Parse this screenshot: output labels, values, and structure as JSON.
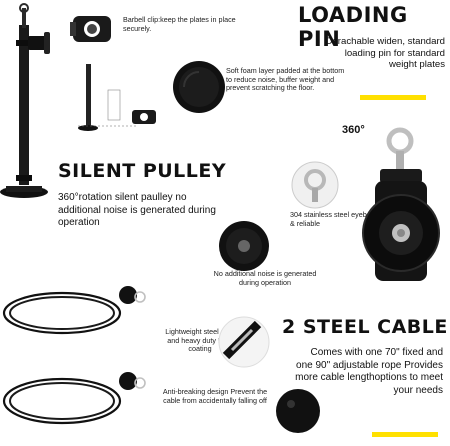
{
  "loading_pin": {
    "heading": "LOADING PIN",
    "description": "Derachable widen, standard loading pin for standard weight plates",
    "barbell_clip_note": "Barbell clip:keep the plates in place securely.",
    "foam_note": "Soft foam layer padded at the bottom to reduce noise, buffer weight and prevent scratching the floor."
  },
  "silent_pulley": {
    "rotation_badge": "360°",
    "heading": "SILENT PULLEY",
    "description": "360°rotation silent paulley no additional noise is generated during operation",
    "eyebolt_note": "304 stainless steel eyebolt,Sturdy & reliable",
    "noise_note": "No additional noise is generated during operation"
  },
  "steel_cable": {
    "heading": "2 STEEL CABLE",
    "description": "Comes with one 70\" fixed and one 90\" adjustable rope Provides more cable lengthoptions to meet your needs",
    "cord_note": "Lightweight steel cord and heavy duty PVC coating",
    "anti_break_note": "Anti-breaking design Prevent the cable from accidentally falling off"
  },
  "colors": {
    "accent": "#ffe000",
    "text": "#111111",
    "metal_dark": "#1a1a1a",
    "steel": "#c8c8c8"
  }
}
